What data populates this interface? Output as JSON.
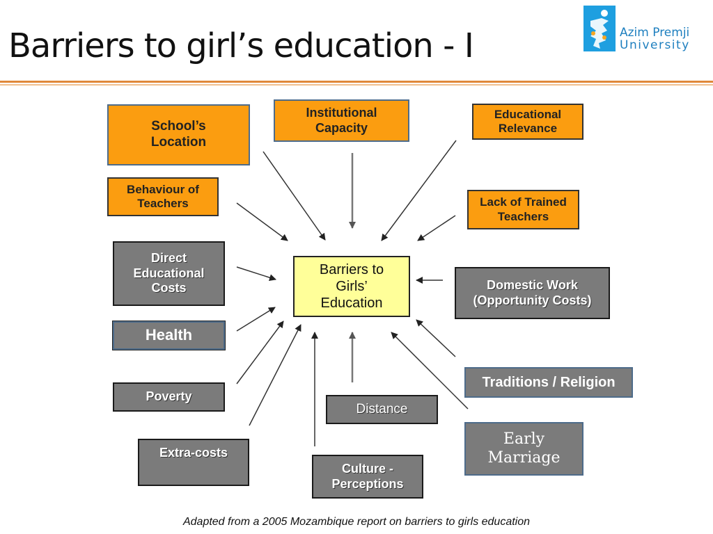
{
  "slide": {
    "title": "Barriers to girl’s education - I",
    "caption": "Adapted from a 2005 Mozambique report on barriers to girls education"
  },
  "logo": {
    "line1": "Azim Premji",
    "line2": "University"
  },
  "center": {
    "label": "Barriers to\nGirls’\nEducation"
  },
  "nodes": {
    "schools_location": "School’s\nLocation",
    "institutional_capacity": "Institutional\nCapacity",
    "educational_relevance": "Educational\nRelevance",
    "behaviour_of_teachers": "Behaviour of\nTeachers",
    "lack_of_trained_teachers": "Lack of Trained\nTeachers",
    "direct_educational_costs": "Direct\nEducational\nCosts",
    "domestic_work": "Domestic Work\n(Opportunity Costs)",
    "health": "Health",
    "traditions_religion": "Traditions / Religion",
    "poverty": "Poverty",
    "distance": "Distance",
    "early_marriage": "Early Marriage",
    "extra_costs": "Extra-costs",
    "culture_perceptions": "Culture -\nPerceptions"
  },
  "colors": {
    "orange_box": "#fb9d10",
    "gray_box": "#7b7b7b",
    "center_box": "#ffff99",
    "rule": "#e0883a",
    "brand_blue": "#1e9fe0"
  }
}
